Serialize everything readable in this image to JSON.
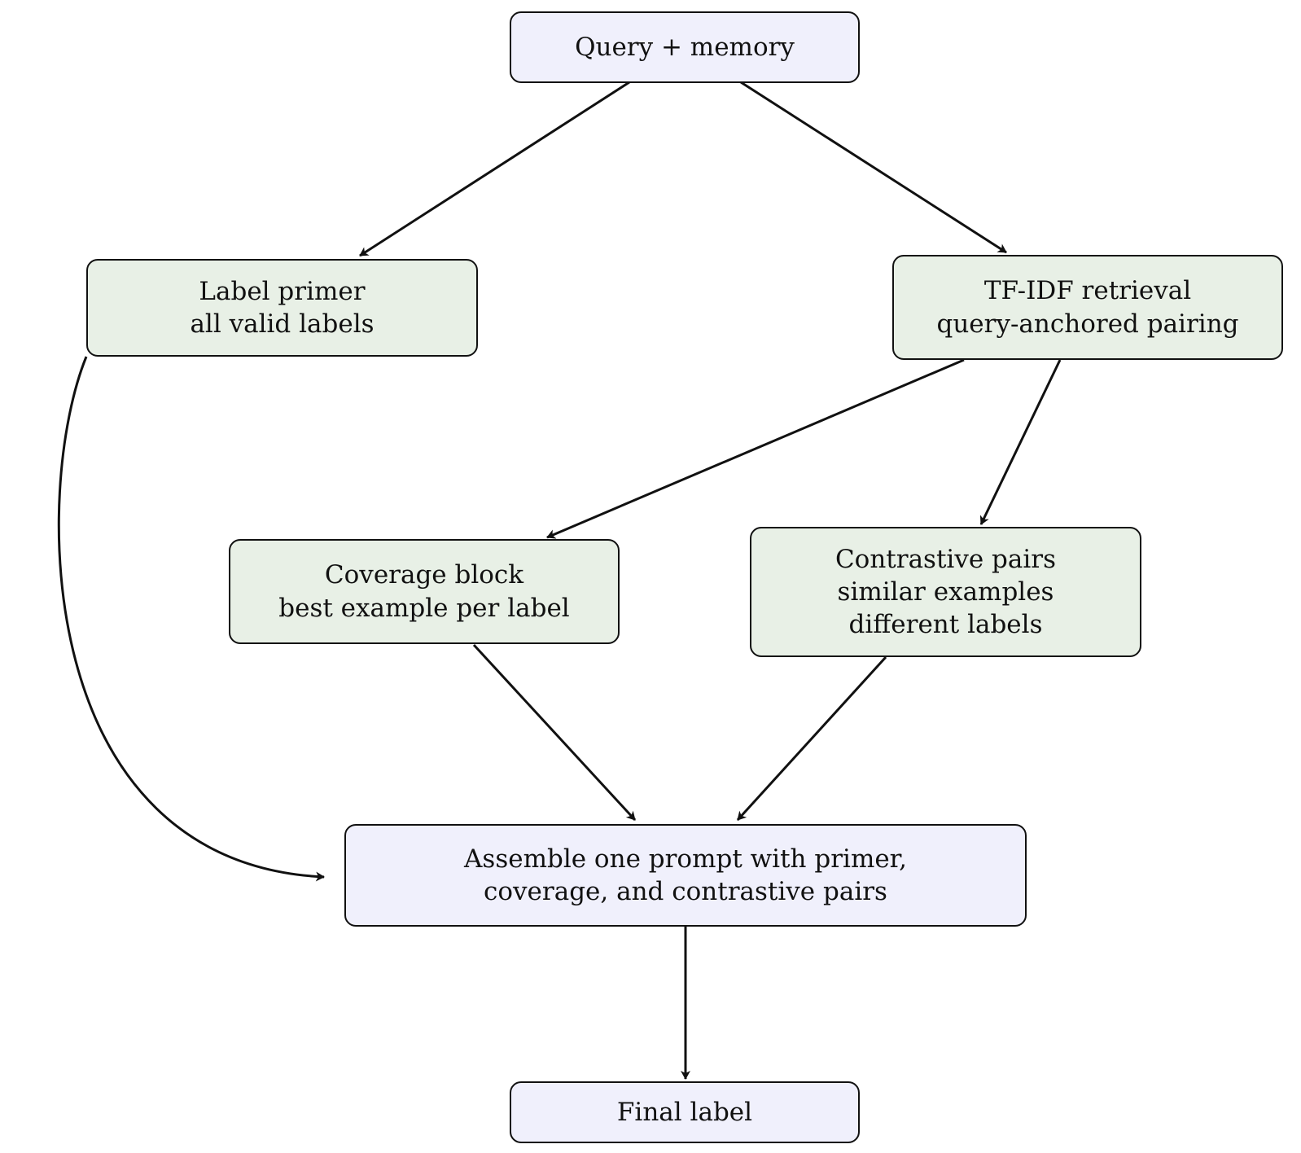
{
  "diagram": {
    "colors": {
      "io_fill": "#f0f0fc",
      "process_fill": "#e8f0e6",
      "stroke": "#111111",
      "arrow": "#111111"
    },
    "nodes": {
      "query": {
        "line1": "Query + memory"
      },
      "primer": {
        "line1": "Label primer",
        "line2": "all valid labels"
      },
      "tfidf": {
        "line1": "TF-IDF retrieval",
        "line2": "query-anchored pairing"
      },
      "coverage": {
        "line1": "Coverage block",
        "line2": "best example per label"
      },
      "contrastive": {
        "line1": "Contrastive pairs",
        "line2": "similar examples",
        "line3": "different labels"
      },
      "assemble": {
        "line1": "Assemble one prompt with primer,",
        "line2": "coverage, and contrastive pairs"
      },
      "final": {
        "line1": "Final label"
      }
    },
    "edges": [
      {
        "from": "query",
        "to": "primer"
      },
      {
        "from": "query",
        "to": "tfidf"
      },
      {
        "from": "tfidf",
        "to": "coverage"
      },
      {
        "from": "tfidf",
        "to": "contrastive"
      },
      {
        "from": "primer",
        "to": "assemble"
      },
      {
        "from": "coverage",
        "to": "assemble"
      },
      {
        "from": "contrastive",
        "to": "assemble"
      },
      {
        "from": "assemble",
        "to": "final"
      }
    ]
  }
}
